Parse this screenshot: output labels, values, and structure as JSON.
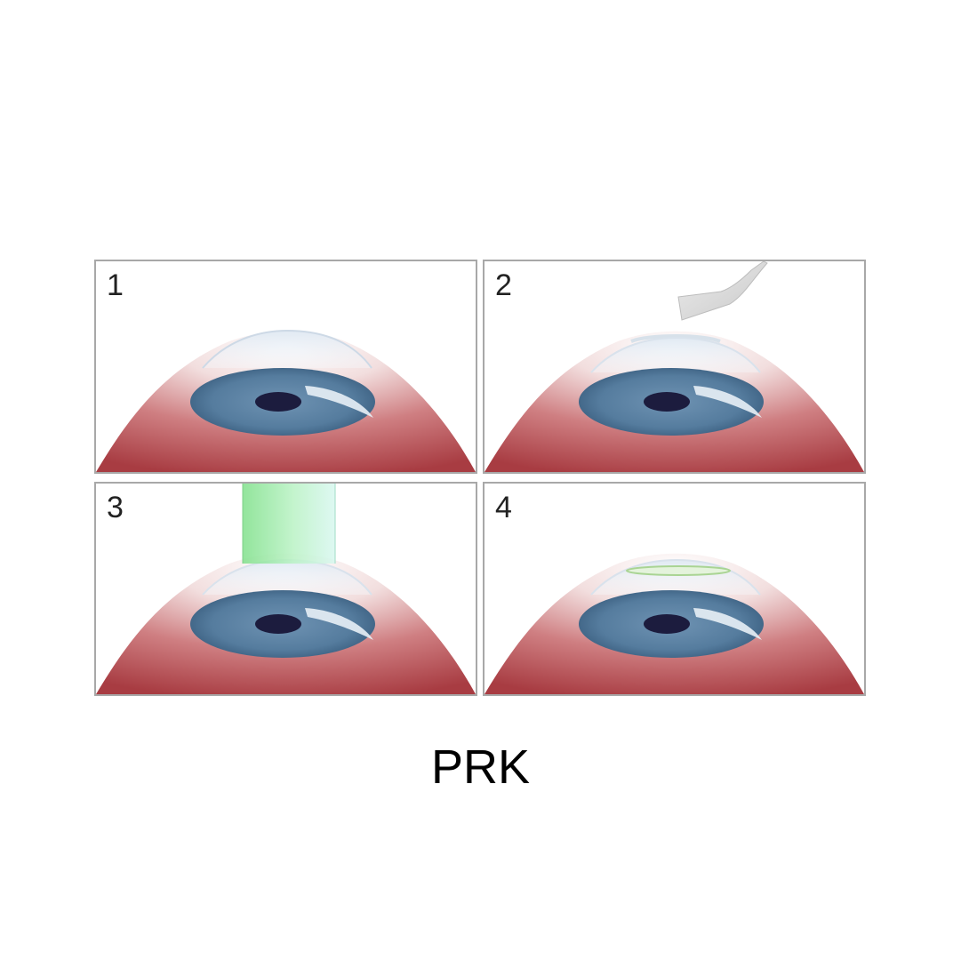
{
  "panels": [
    {
      "number": "1"
    },
    {
      "number": "2"
    },
    {
      "number": "3"
    },
    {
      "number": "4"
    }
  ],
  "caption": "PRK",
  "colors": {
    "panel_border": "#a8a8a8",
    "globe_red": "#b24a4f",
    "iris_blue": "#4e7494",
    "pupil": "#1c1c3e",
    "laser_green": "#7fe08a",
    "tool": "#d8d8d8"
  }
}
